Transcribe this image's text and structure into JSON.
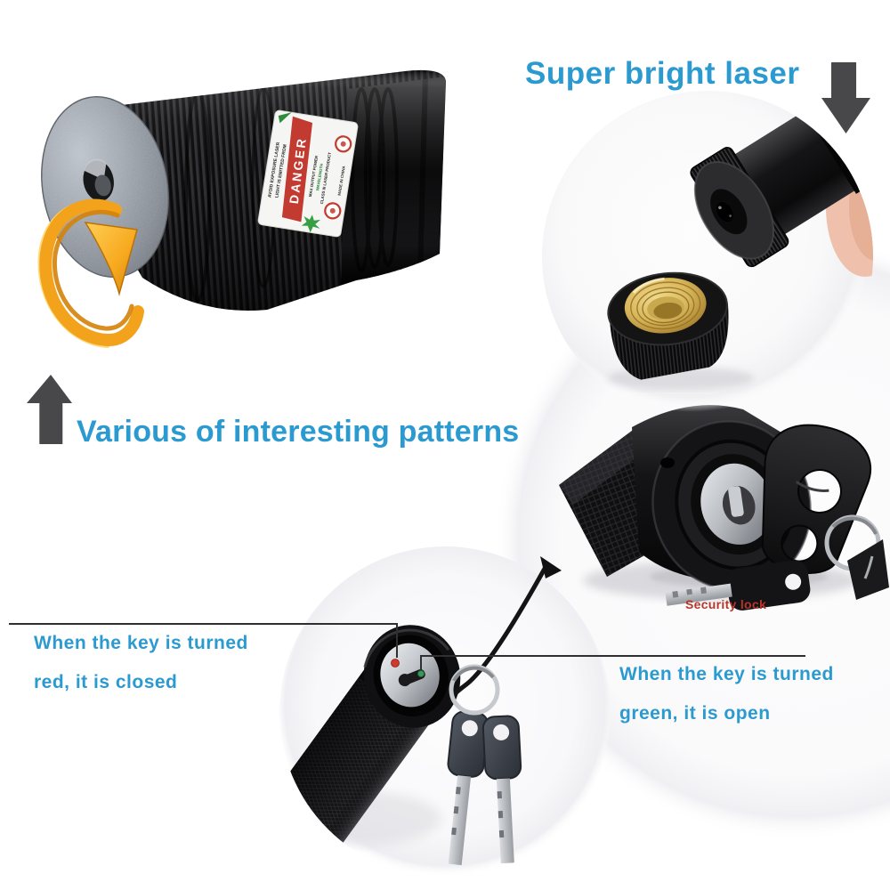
{
  "colors": {
    "accent_blue": "#2B9AD0",
    "arrow_gray": "#48484A",
    "security_red": "#B8352A",
    "danger_red": "#C23A30",
    "rotate_arrow_gold": "#F7A91E",
    "background": "#FFFFFF"
  },
  "headings": {
    "super_bright_laser": "Super bright laser",
    "various_patterns": "Various of interesting patterns"
  },
  "captions": {
    "key_red_line1": "When the key is turned",
    "key_red_line2": "red, it is closed",
    "key_green_line1": "When the key is turned",
    "key_green_line2": "green, it is open",
    "security_lock": "Security lock"
  },
  "warning_label": {
    "danger": "DANGER",
    "left_line1": "AVOID EXPOSURE LASER",
    "left_line2": "LIGHT IS EMITTED FROM",
    "right_line1": "MAX OUTPUT POWER",
    "right_line2": "WAVELENGTH",
    "right_line3": "CLASS III LASER PRODUCT",
    "bottom_line": "MADE IN CHINA"
  }
}
